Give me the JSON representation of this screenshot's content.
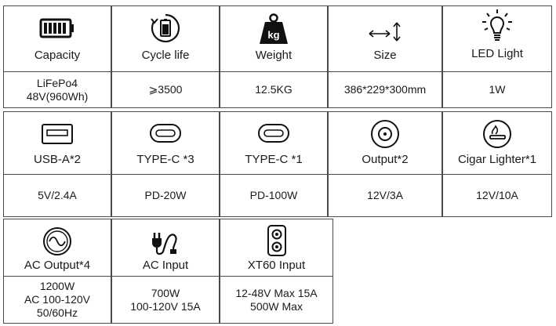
{
  "row1": [
    {
      "icon": "battery-icon",
      "title": "Capacity",
      "lines": [
        "LiFePo4",
        "48V(960Wh)"
      ]
    },
    {
      "icon": "cycle-battery-icon",
      "title": "Cycle life",
      "lines": [
        "⩾3500"
      ]
    },
    {
      "icon": "weight-kg-icon",
      "title": "Weight",
      "lines": [
        "12.5KG"
      ],
      "icon_text": "kg"
    },
    {
      "icon": "size-arrows-icon",
      "title": "Size",
      "lines": [
        "386*229*300mm"
      ]
    },
    {
      "icon": "light-bulb-icon",
      "title": "LED Light",
      "lines": [
        "1W"
      ]
    }
  ],
  "row2": [
    {
      "icon": "usb-a-port-icon",
      "title": "USB-A*2",
      "lines": [
        "5V/2.4A"
      ]
    },
    {
      "icon": "usb-c-port-icon",
      "title": "TYPE-C *3",
      "lines": [
        "PD-20W"
      ]
    },
    {
      "icon": "usb-c-port-icon",
      "title": "TYPE-C *1",
      "lines": [
        "PD-100W"
      ]
    },
    {
      "icon": "dc-output-port-icon",
      "title": "Output*2",
      "lines": [
        "12V/3A"
      ]
    },
    {
      "icon": "cigar-lighter-icon",
      "title": "Cigar Lighter*1",
      "lines": [
        "12V/10A"
      ]
    }
  ],
  "row3": [
    {
      "icon": "ac-sine-wave-icon",
      "title": "AC Output*4",
      "lines": [
        "1200W",
        "AC 100-120V",
        "50/60Hz"
      ]
    },
    {
      "icon": "ac-plug-icon",
      "title": "AC Input",
      "lines": [
        "700W",
        "100-120V 15A"
      ]
    },
    {
      "icon": "xt60-port-icon",
      "title": "XT60 Input",
      "lines": [
        "12-48V Max 15A",
        "500W Max"
      ]
    }
  ]
}
